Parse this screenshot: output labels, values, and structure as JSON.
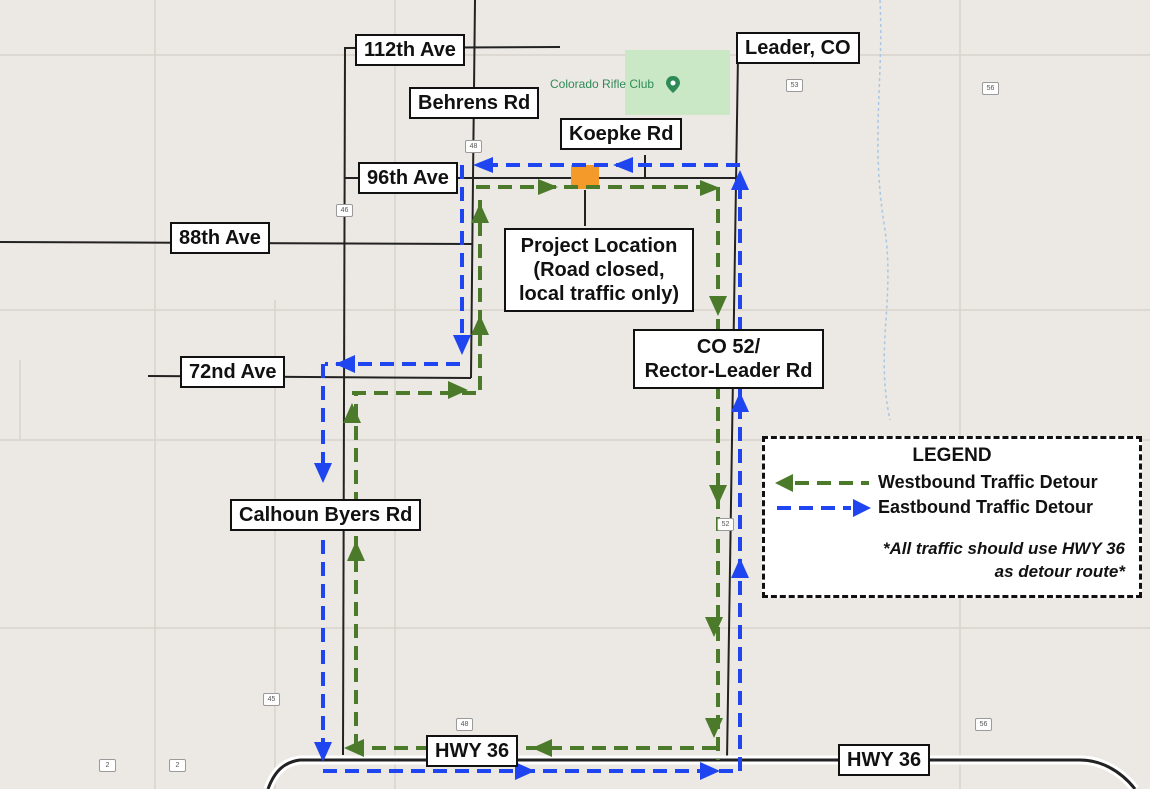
{
  "colors": {
    "background": "#ece8e3",
    "road": "#222222",
    "minor_road": "#cfc9c2",
    "westbound": "#4a7a2a",
    "eastbound": "#1f45f0",
    "project": "#f39a2b",
    "park": "#cbe8c6",
    "poi": "#2e8b57",
    "hwy_outline": "#ffffff"
  },
  "road_labels": {
    "ave_112": "112th Ave",
    "leader": "Leader, CO",
    "behrens": "Behrens Rd",
    "koepke": "Koepke Rd",
    "ave_96": "96th Ave",
    "ave_88": "88th Ave",
    "ave_72": "72nd Ave",
    "co52": "CO 52/\nRector-Leader Rd",
    "calhoun": "Calhoun Byers Rd",
    "hwy36_a": "HWY 36",
    "hwy36_b": "HWY 36"
  },
  "project": {
    "label": "Project Location\n(Road closed,\nlocal traffic only)"
  },
  "poi": {
    "name": "Colorado Rifle Club",
    "icon": "map-pin-icon"
  },
  "shields": {
    "s53": "53",
    "s56_top": "56",
    "s48_top": "48",
    "s46": "46",
    "s52": "52",
    "s45": "45",
    "s48_bottom": "48",
    "s2_a": "2",
    "s2_b": "2",
    "s56_bottom": "56"
  },
  "legend": {
    "title": "LEGEND",
    "westbound": "Westbound Traffic Detour",
    "eastbound": "Eastbound Traffic Detour",
    "note": "*All traffic should use HWY 36\nas detour route*"
  }
}
